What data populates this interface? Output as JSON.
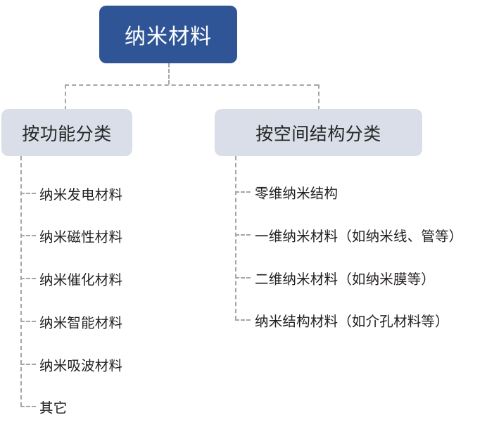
{
  "diagram": {
    "title": "纳米材料",
    "type": "tree",
    "colors": {
      "root_fill": "#2F5597",
      "root_text": "#FFFFFF",
      "branch_fill": "#D9DEE8",
      "branch_text": "#262626",
      "leaf_text": "#231F20",
      "connector": "#A6A6A6",
      "background": "#FFFFFF"
    },
    "root": {
      "label": "纳米材料"
    },
    "branches": [
      {
        "label": "按功能分类",
        "leaves": [
          {
            "label": "纳米发电材料"
          },
          {
            "label": "纳米磁性材料"
          },
          {
            "label": "纳米催化材料"
          },
          {
            "label": "纳米智能材料"
          },
          {
            "label": "纳米吸波材料"
          },
          {
            "label": "其它"
          }
        ]
      },
      {
        "label": "按空间结构分类",
        "leaves": [
          {
            "label": "零维纳米结构"
          },
          {
            "label": "一维纳米材料（如纳米线、管等）"
          },
          {
            "label": "二维纳米材料（如纳米膜等）"
          },
          {
            "label": "纳米结构材料（如介孔材料等）"
          }
        ]
      }
    ]
  }
}
